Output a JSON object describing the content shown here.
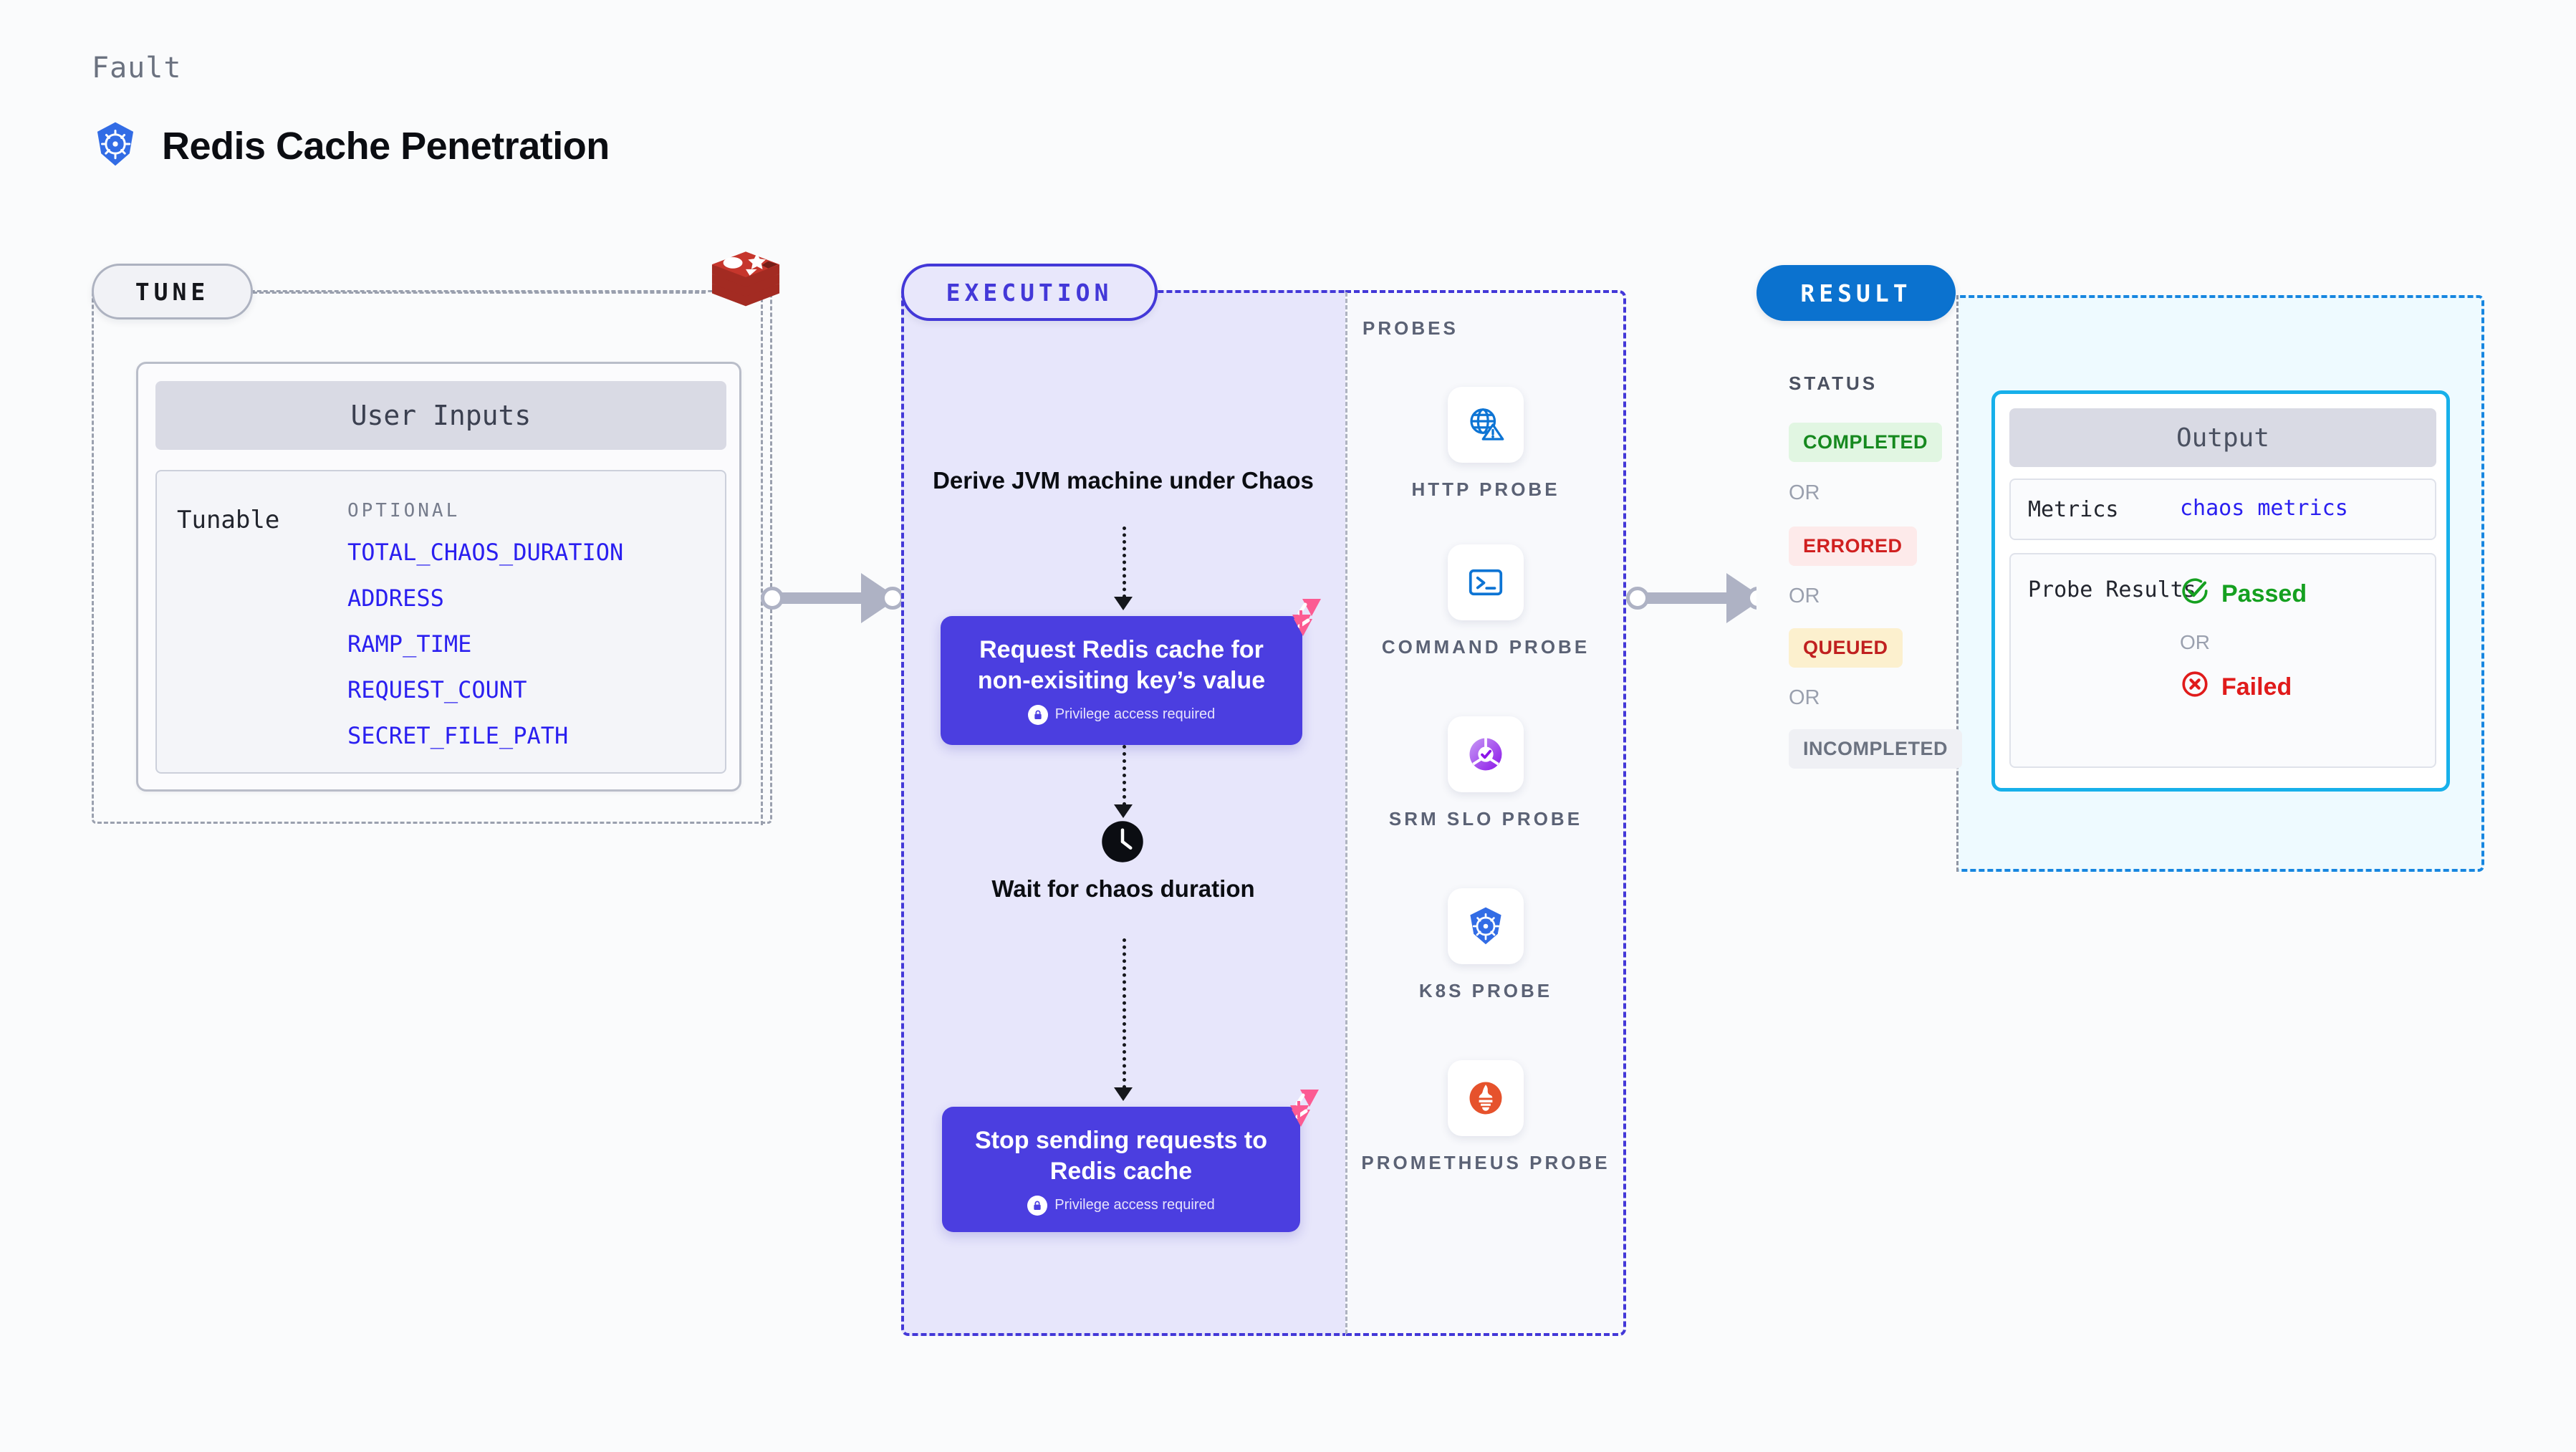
{
  "header": {
    "kicker": "Fault",
    "title": "Redis Cache Penetration",
    "logo_icon": "kubernetes-icon"
  },
  "tune": {
    "pill_label": "TUNE",
    "logo_icon": "redis-icon",
    "card_header": "User Inputs",
    "tunable_label": "Tunable",
    "optional_label": "OPTIONAL",
    "optional_items": [
      "TOTAL_CHAOS_DURATION",
      "ADDRESS",
      "RAMP_TIME",
      "REQUEST_COUNT",
      "SECRET_FILE_PATH"
    ]
  },
  "execution": {
    "pill_label": "EXECUTION",
    "caption": "Derive JVM machine under Chaos",
    "nodes": [
      {
        "title": "Request Redis cache for non-exisiting key’s value",
        "sub": "Privilege access required",
        "icon": "lock-icon",
        "ribbon_icon": "chaos-ribbon-icon"
      },
      {
        "title": "Stop sending requests to Redis cache",
        "sub": "Privilege access required",
        "icon": "lock-icon",
        "ribbon_icon": "chaos-ribbon-icon"
      }
    ],
    "wait_label": "Wait for chaos duration",
    "wait_icon": "clock-icon"
  },
  "probes": {
    "label": "PROBES",
    "items": [
      {
        "label": "HTTP PROBE",
        "icon": "globe-warning-icon"
      },
      {
        "label": "COMMAND PROBE",
        "icon": "terminal-icon"
      },
      {
        "label": "SRM SLO PROBE",
        "icon": "slo-donut-check-icon"
      },
      {
        "label": "K8S PROBE",
        "icon": "kubernetes-icon"
      },
      {
        "label": "PROMETHEUS PROBE",
        "icon": "prometheus-icon"
      }
    ]
  },
  "result": {
    "pill_label": "RESULT",
    "status_title": "STATUS",
    "or_label": "OR",
    "statuses": [
      {
        "label": "COMPLETED",
        "color": "#16891f",
        "bg": "#e1f6e2"
      },
      {
        "label": "ERRORED",
        "color": "#d02020",
        "bg": "#fdeaea"
      },
      {
        "label": "QUEUED",
        "color": "#c02020",
        "bg": "#fcf0ce"
      },
      {
        "label": "INCOMPLETED",
        "color": "#6b7280",
        "bg": "#eff0f4"
      }
    ],
    "output": {
      "header": "Output",
      "metrics_key": "Metrics",
      "metrics_value": "chaos metrics",
      "probe_key": "Probe Results",
      "passed_label": "Passed",
      "passed_icon": "check-circle-icon",
      "failed_label": "Failed",
      "failed_icon": "x-circle-icon",
      "or_label": "OR"
    }
  },
  "colors": {
    "accent_indigo": "#4b3ee0",
    "accent_blue": "#0b72cf",
    "accent_cyan": "#17b0ea",
    "param_blue": "#2a1ff0",
    "pink_ribbon": "#fc5b92"
  }
}
